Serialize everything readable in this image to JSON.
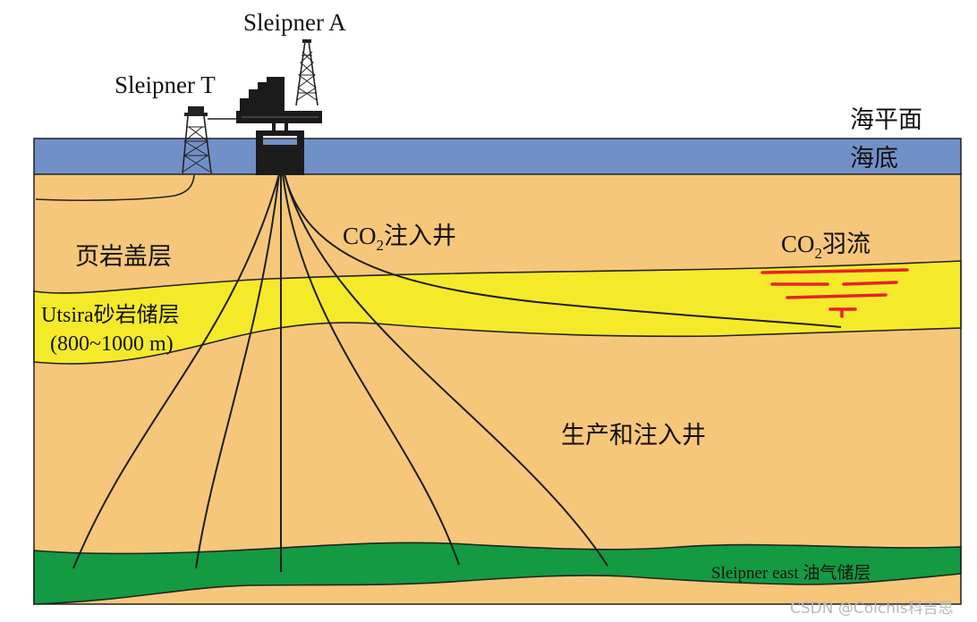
{
  "labels": {
    "sleipner_a": "Sleipner A",
    "sleipner_t": "Sleipner T",
    "sea_level": "海平面",
    "seabed": "海底",
    "caprock": "页岩盖层",
    "utsira_line1": "Utsira砂岩储层",
    "utsira_line2": "(800~1000 m)",
    "co2_well_prefix": "CO",
    "co2_well_sub": "2",
    "co2_well_suffix": "注入井",
    "co2_plume_prefix": "CO",
    "co2_plume_sub": "2",
    "co2_plume_suffix": "羽流",
    "prod_wells": "生产和注入井",
    "sleipner_east": "Sleipner east 油气储层",
    "watermark": "CSDN @Colchis科吉思"
  },
  "colors": {
    "sea": "#7290c8",
    "sediment": "#f6c77a",
    "sand_reservoir": "#f5ea2a",
    "gas_reservoir": "#139a42",
    "plume": "#e8202a",
    "structure": "#1b1b1b"
  }
}
